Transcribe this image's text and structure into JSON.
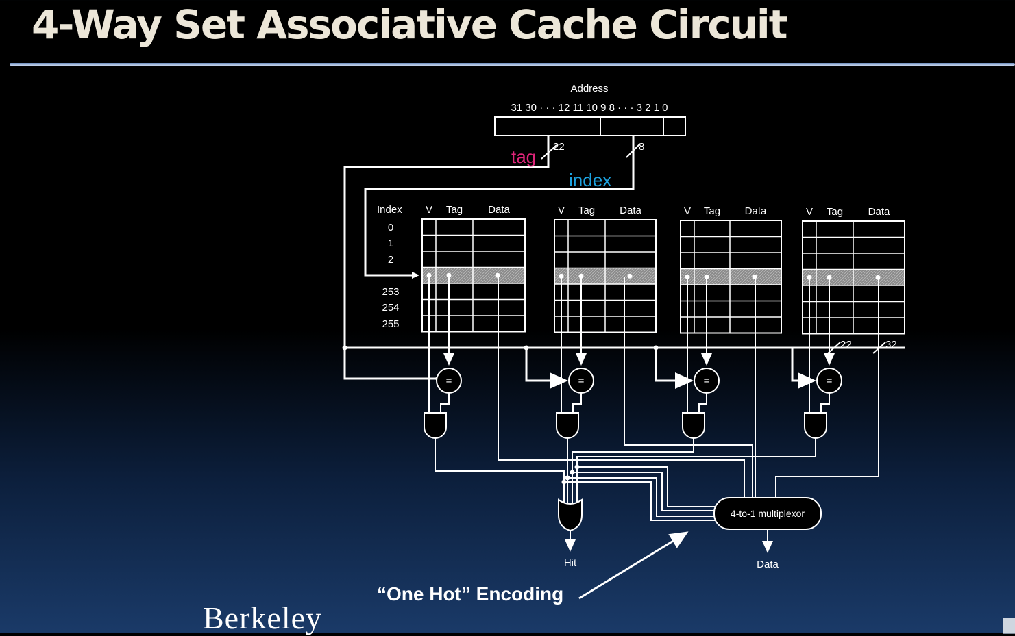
{
  "title": "4-Way Set Associative Cache Circuit",
  "address": {
    "label": "Address",
    "bits": "31 30 · · · 12 11 10 9 8 · · · 3 2 1 0",
    "tag_width": "22",
    "index_width": "8"
  },
  "labels": {
    "tag": "tag",
    "index": "index",
    "tag_color": "#e0257a",
    "index_color": "#1da3e0"
  },
  "table": {
    "index_header": "Index",
    "columns": [
      "V",
      "Tag",
      "Data"
    ],
    "index_rows_top": [
      "0",
      "1",
      "2"
    ],
    "index_rows_bottom": [
      "253",
      "254",
      "255"
    ]
  },
  "comparator_symbol": "=",
  "output_widths": {
    "tag": "22",
    "data": "32"
  },
  "mux_label": "4-to-1 multiplexor",
  "outputs": {
    "hit": "Hit",
    "data": "Data"
  },
  "callout": "“One Hot” Encoding",
  "logo": "Berkeley"
}
